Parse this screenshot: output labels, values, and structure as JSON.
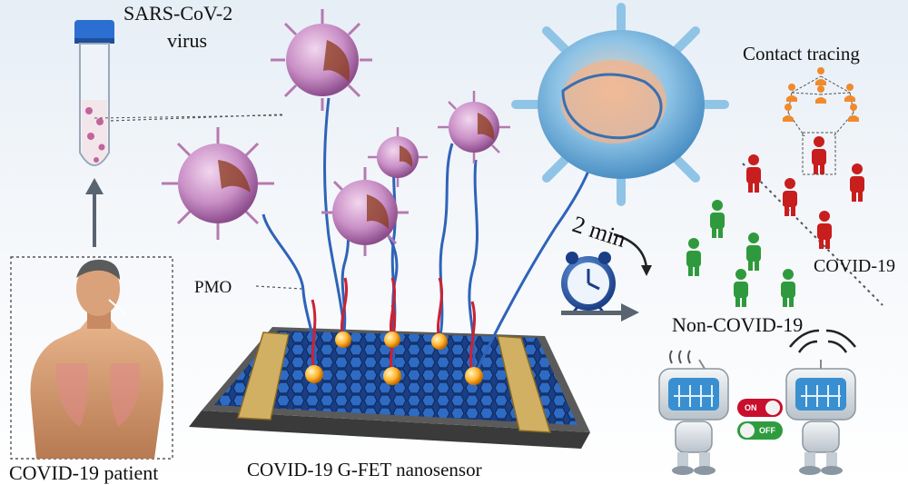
{
  "labels": {
    "virus_line1": "SARS-CoV-2",
    "virus_line2": "virus",
    "contact_tracing": "Contact tracing",
    "time": "2 min",
    "covid": "COVID-19",
    "non_covid": "Non-COVID-19",
    "pmo": "PMO",
    "sensor": "COVID-19 G-FET nanosensor",
    "patient": "COVID-19 patient"
  },
  "switches": {
    "on": "ON",
    "off": "OFF"
  },
  "colors": {
    "virus": "#c98fc6",
    "dna_blue": "#2f63b8",
    "dna_red": "#cc2233",
    "graphene": "#1f4fa0",
    "electrode": "#d2b063",
    "infected_person": "#c81e1e",
    "healthy_person": "#2f9a3d",
    "contact_node": "#f08a2c"
  }
}
